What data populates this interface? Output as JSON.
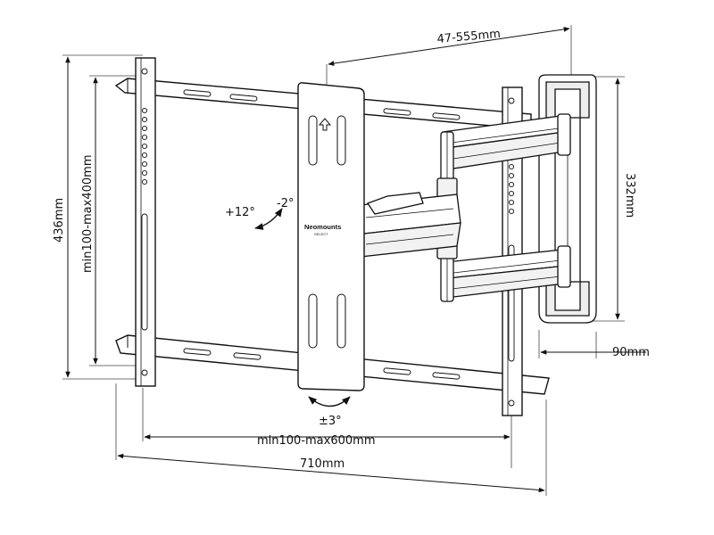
{
  "dimensions": {
    "extension": "47-555mm",
    "arm_height": "332mm",
    "min_depth": "90mm",
    "total_height": "436mm",
    "vesa_vertical": "min100-max400mm",
    "vesa_horizontal": "min100-max600mm",
    "total_width": "710mm"
  },
  "adjustments": {
    "tilt_up": "+12°",
    "tilt_down": "-2°",
    "rotation": "±3°"
  },
  "brand": {
    "name": "Neomounts",
    "series": "SELECT"
  },
  "icons": {
    "up_arrow": "up-arrow-icon",
    "tilt": "tilt-arrow-icon",
    "rotate": "rotate-arrow-icon"
  }
}
